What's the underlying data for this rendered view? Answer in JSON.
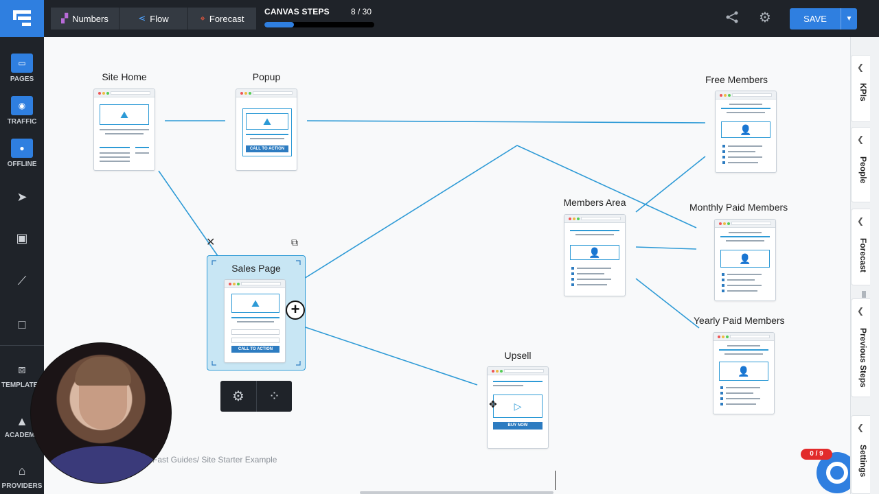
{
  "app": {
    "modes": [
      {
        "label": "Numbers",
        "icon": "chart-bars-icon"
      },
      {
        "label": "Flow",
        "icon": "flow-share-icon"
      },
      {
        "label": "Forecast",
        "icon": "target-icon"
      }
    ],
    "canvas_steps": {
      "label": "CANVAS STEPS",
      "count": "8 / 30",
      "progress": 0.27
    },
    "save_label": "SAVE"
  },
  "sidebar": {
    "folders": [
      {
        "label": "PAGES",
        "icon": "browser-window-icon"
      },
      {
        "label": "TRAFFIC",
        "icon": "broadcast-icon"
      },
      {
        "label": "OFFLINE",
        "icon": "person-icon"
      }
    ],
    "tools": [
      "pointer-icon",
      "text-tool-icon",
      "line-tool-icon",
      "rectangle-tool-icon"
    ],
    "bottom": [
      {
        "label": "TEMPLATES",
        "icon": "templates-icon"
      },
      {
        "label": "ACADEMY",
        "icon": "graduation-cap-icon"
      },
      {
        "label": "PROVIDERS",
        "icon": "store-icon"
      }
    ]
  },
  "nodes": {
    "site_home": "Site Home",
    "popup": "Popup",
    "sales_page": "Sales Page",
    "free_members": "Free Members",
    "members_area": "Members Area",
    "monthly_paid": "Monthly Paid Members",
    "yearly_paid": "Yearly Paid Members",
    "upsell": "Upsell",
    "cta_label": "CALL TO ACTION",
    "buy_label": "BUY NOW"
  },
  "canvas": {
    "breadcrumb": "Fast Guides/ Site Starter Example",
    "counter": "0 / 9"
  },
  "right_panels": [
    "KPIs",
    "People",
    "Forecast",
    "Previous Steps",
    "Settings"
  ],
  "colors": {
    "accent": "#2f7fe0",
    "connector": "#2d9ad6",
    "topbar": "#1f2329",
    "selected_fill": "#c8e6f4",
    "badge": "#e22b2b"
  }
}
